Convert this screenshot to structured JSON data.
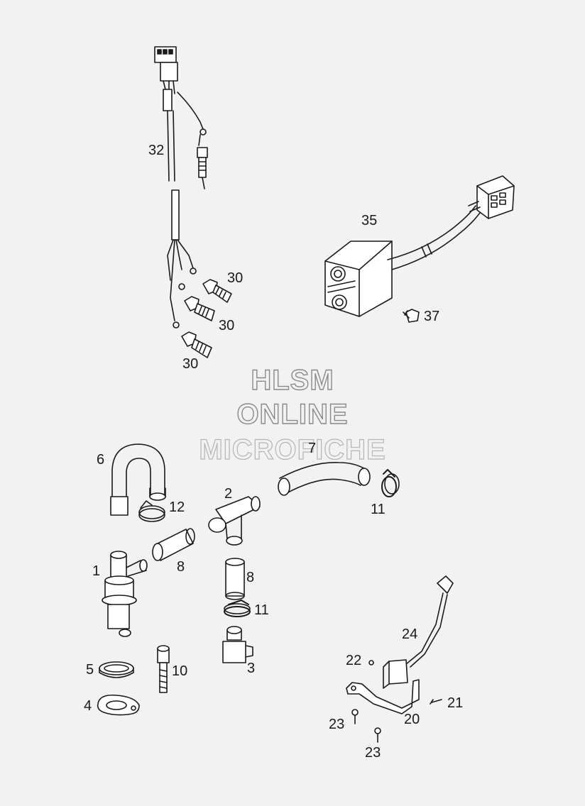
{
  "watermark": {
    "line1": "HLSM",
    "line2": "ONLINE",
    "line3": "MICROFICHE"
  },
  "part_numbers": {
    "p32": "32",
    "p35": "35",
    "p37": "37",
    "p30a": "30",
    "p30b": "30",
    "p30c": "30",
    "p6": "6",
    "p7": "7",
    "p12": "12",
    "p2": "2",
    "p11a": "11",
    "p1": "1",
    "p8a": "8",
    "p8b": "8",
    "p11b": "11",
    "p5": "5",
    "p10": "10",
    "p3": "3",
    "p4": "4",
    "p24": "24",
    "p22": "22",
    "p21": "21",
    "p23a": "23",
    "p20": "20",
    "p23b": "23"
  },
  "colors": {
    "background": "#f2f2f2",
    "line": "#1a1a1a",
    "watermark_outline": "#8a8a8a"
  }
}
